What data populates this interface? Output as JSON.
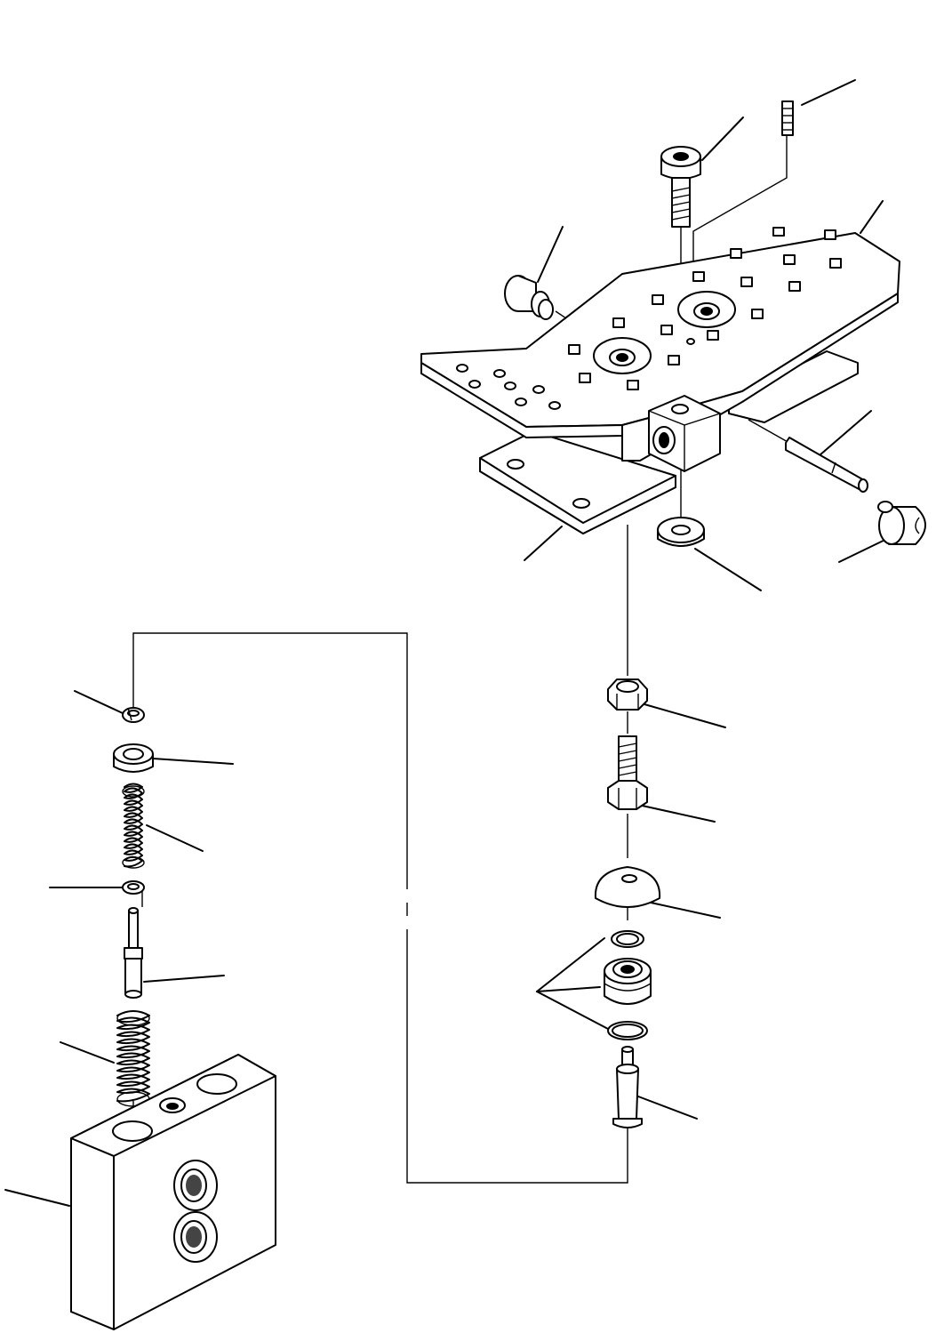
{
  "diagram": {
    "background": "#ffffff",
    "ink": "#000000",
    "parts": [
      {
        "id": "set-screw",
        "icon": "set-screw-icon"
      },
      {
        "id": "cap-screw",
        "icon": "cap-screw-icon"
      },
      {
        "id": "pedal-plate",
        "icon": "pedal-plate-icon"
      },
      {
        "id": "stop-bolt",
        "icon": "stop-bolt-icon"
      },
      {
        "id": "pivot-pin",
        "icon": "pin-icon"
      },
      {
        "id": "knob",
        "icon": "knob-icon"
      },
      {
        "id": "mounting-bracket",
        "icon": "bracket-icon"
      },
      {
        "id": "washer",
        "icon": "washer-icon"
      },
      {
        "id": "nut",
        "icon": "nut-icon"
      },
      {
        "id": "adjust-bolt",
        "icon": "bolt-icon"
      },
      {
        "id": "rubber-boot",
        "icon": "boot-icon"
      },
      {
        "id": "seal-kit",
        "icon": "seal-kit-icon"
      },
      {
        "id": "plunger",
        "icon": "plunger-icon"
      },
      {
        "id": "lock-washer",
        "icon": "lock-washer-icon"
      },
      {
        "id": "spring-seat",
        "icon": "spring-seat-icon"
      },
      {
        "id": "upper-spring",
        "icon": "spring-icon"
      },
      {
        "id": "retainer",
        "icon": "retainer-icon"
      },
      {
        "id": "spool",
        "icon": "spool-icon"
      },
      {
        "id": "lower-spring",
        "icon": "spring-icon"
      },
      {
        "id": "valve-body",
        "icon": "valve-body-icon"
      }
    ]
  }
}
